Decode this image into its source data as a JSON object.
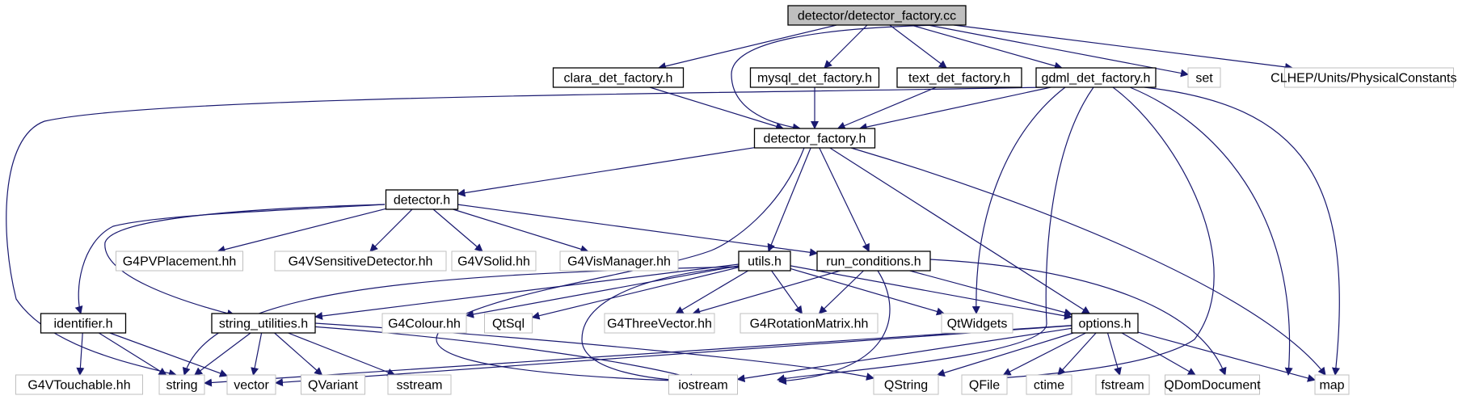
{
  "graph": {
    "nodes": [
      {
        "id": "root",
        "label": "detector/detector_factory.cc",
        "kind": "root"
      },
      {
        "id": "clara",
        "label": "clara_det_factory.h",
        "kind": "internal"
      },
      {
        "id": "mysql",
        "label": "mysql_det_factory.h",
        "kind": "internal"
      },
      {
        "id": "text",
        "label": "text_det_factory.h",
        "kind": "internal"
      },
      {
        "id": "gdml",
        "label": "gdml_det_factory.h",
        "kind": "internal"
      },
      {
        "id": "set",
        "label": "set",
        "kind": "external"
      },
      {
        "id": "clhep",
        "label": "CLHEP/Units/PhysicalConstants.h",
        "kind": "external"
      },
      {
        "id": "detfac",
        "label": "detector_factory.h",
        "kind": "internal"
      },
      {
        "id": "detector",
        "label": "detector.h",
        "kind": "internal"
      },
      {
        "id": "g4pv",
        "label": "G4PVPlacement.hh",
        "kind": "external"
      },
      {
        "id": "g4vsd",
        "label": "G4VSensitiveDetector.hh",
        "kind": "external"
      },
      {
        "id": "g4vsolid",
        "label": "G4VSolid.hh",
        "kind": "external"
      },
      {
        "id": "g4vis",
        "label": "G4VisManager.hh",
        "kind": "external"
      },
      {
        "id": "utils",
        "label": "utils.h",
        "kind": "internal"
      },
      {
        "id": "runcond",
        "label": "run_conditions.h",
        "kind": "internal"
      },
      {
        "id": "identifier",
        "label": "identifier.h",
        "kind": "internal"
      },
      {
        "id": "strutil",
        "label": "string_utilities.h",
        "kind": "internal"
      },
      {
        "id": "g4colour",
        "label": "G4Colour.hh",
        "kind": "external"
      },
      {
        "id": "qtsql",
        "label": "QtSql",
        "kind": "external"
      },
      {
        "id": "g4three",
        "label": "G4ThreeVector.hh",
        "kind": "external"
      },
      {
        "id": "g4rot",
        "label": "G4RotationMatrix.hh",
        "kind": "external"
      },
      {
        "id": "qtwidgets",
        "label": "QtWidgets",
        "kind": "external"
      },
      {
        "id": "options",
        "label": "options.h",
        "kind": "internal"
      },
      {
        "id": "g4vtouch",
        "label": "G4VTouchable.hh",
        "kind": "external"
      },
      {
        "id": "string",
        "label": "string",
        "kind": "external"
      },
      {
        "id": "vector",
        "label": "vector",
        "kind": "external"
      },
      {
        "id": "qvariant",
        "label": "QVariant",
        "kind": "external"
      },
      {
        "id": "sstream",
        "label": "sstream",
        "kind": "external"
      },
      {
        "id": "iostream",
        "label": "iostream",
        "kind": "external"
      },
      {
        "id": "qstring",
        "label": "QString",
        "kind": "external"
      },
      {
        "id": "qfile",
        "label": "QFile",
        "kind": "external"
      },
      {
        "id": "ctime",
        "label": "ctime",
        "kind": "external"
      },
      {
        "id": "fstream",
        "label": "fstream",
        "kind": "external"
      },
      {
        "id": "qdom",
        "label": "QDomDocument",
        "kind": "external"
      },
      {
        "id": "map",
        "label": "map",
        "kind": "external"
      }
    ],
    "edges": [
      {
        "from": "root",
        "to": "clara"
      },
      {
        "from": "root",
        "to": "detfac"
      },
      {
        "from": "root",
        "to": "mysql"
      },
      {
        "from": "root",
        "to": "text"
      },
      {
        "from": "root",
        "to": "gdml"
      },
      {
        "from": "root",
        "to": "set"
      },
      {
        "from": "root",
        "to": "clhep"
      },
      {
        "from": "clara",
        "to": "detfac"
      },
      {
        "from": "mysql",
        "to": "detfac"
      },
      {
        "from": "text",
        "to": "detfac"
      },
      {
        "from": "gdml",
        "to": "detfac"
      },
      {
        "from": "gdml",
        "to": "string"
      },
      {
        "from": "gdml",
        "to": "qtwidgets"
      },
      {
        "from": "gdml",
        "to": "iostream"
      },
      {
        "from": "gdml",
        "to": "qstring"
      },
      {
        "from": "gdml",
        "to": "qdom"
      },
      {
        "from": "gdml",
        "to": "map"
      },
      {
        "from": "detfac",
        "to": "detector"
      },
      {
        "from": "detfac",
        "to": "utils"
      },
      {
        "from": "detfac",
        "to": "runcond"
      },
      {
        "from": "detfac",
        "to": "options"
      },
      {
        "from": "detfac",
        "to": "iostream"
      },
      {
        "from": "detfac",
        "to": "map"
      },
      {
        "from": "detector",
        "to": "g4pv"
      },
      {
        "from": "detector",
        "to": "g4vsd"
      },
      {
        "from": "detector",
        "to": "g4vsolid"
      },
      {
        "from": "detector",
        "to": "g4vis"
      },
      {
        "from": "detector",
        "to": "runcond"
      },
      {
        "from": "detector",
        "to": "identifier"
      },
      {
        "from": "detector",
        "to": "strutil"
      },
      {
        "from": "utils",
        "to": "strutil"
      },
      {
        "from": "utils",
        "to": "string"
      },
      {
        "from": "utils",
        "to": "g4colour"
      },
      {
        "from": "utils",
        "to": "qtsql"
      },
      {
        "from": "utils",
        "to": "g4three"
      },
      {
        "from": "utils",
        "to": "g4rot"
      },
      {
        "from": "utils",
        "to": "qtwidgets"
      },
      {
        "from": "utils",
        "to": "options"
      },
      {
        "from": "utils",
        "to": "iostream"
      },
      {
        "from": "runcond",
        "to": "g4three"
      },
      {
        "from": "runcond",
        "to": "g4rot"
      },
      {
        "from": "runcond",
        "to": "options"
      },
      {
        "from": "runcond",
        "to": "iostream"
      },
      {
        "from": "runcond",
        "to": "qdom"
      },
      {
        "from": "identifier",
        "to": "g4vtouch"
      },
      {
        "from": "identifier",
        "to": "string"
      },
      {
        "from": "identifier",
        "to": "vector"
      },
      {
        "from": "strutil",
        "to": "string"
      },
      {
        "from": "strutil",
        "to": "vector"
      },
      {
        "from": "strutil",
        "to": "qvariant"
      },
      {
        "from": "strutil",
        "to": "sstream"
      },
      {
        "from": "strutil",
        "to": "iostream"
      },
      {
        "from": "strutil",
        "to": "qstring"
      },
      {
        "from": "options",
        "to": "string"
      },
      {
        "from": "options",
        "to": "vector"
      },
      {
        "from": "options",
        "to": "iostream"
      },
      {
        "from": "options",
        "to": "qstring"
      },
      {
        "from": "options",
        "to": "qfile"
      },
      {
        "from": "options",
        "to": "ctime"
      },
      {
        "from": "options",
        "to": "fstream"
      },
      {
        "from": "options",
        "to": "qdom"
      },
      {
        "from": "options",
        "to": "map"
      }
    ]
  }
}
